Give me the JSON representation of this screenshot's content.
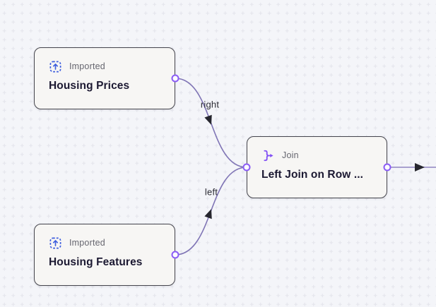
{
  "canvas": {
    "background_color": "#f4f5f9",
    "grid_cross_color": "#e4e5ec"
  },
  "colors": {
    "node_background": "#f7f6f4",
    "node_border": "#45454d",
    "node_title": "#1c1932",
    "node_type_label": "#66666f",
    "import_icon": "#3e5ede",
    "join_icon": "#8250f4",
    "edge_stroke": "#7f74b5",
    "edge_arrow": "#26262e",
    "port_stroke": "#8b5cf6",
    "port_fill": "#fdfdff"
  },
  "nodes": [
    {
      "id": "housing-prices",
      "icon": "import-icon",
      "type_label": "Imported",
      "title": "Housing Prices"
    },
    {
      "id": "housing-features",
      "icon": "import-icon",
      "type_label": "Imported",
      "title": "Housing Features"
    },
    {
      "id": "left-join",
      "icon": "join-icon",
      "type_label": "Join",
      "title": "Left Join on Row ..."
    }
  ],
  "edges": [
    {
      "id": "prices-to-join",
      "source": "housing-prices",
      "target": "left-join",
      "label": "right"
    },
    {
      "id": "features-to-join",
      "source": "housing-features",
      "target": "left-join",
      "label": "left"
    },
    {
      "id": "join-output",
      "source": "left-join",
      "target": "",
      "label": ""
    }
  ]
}
